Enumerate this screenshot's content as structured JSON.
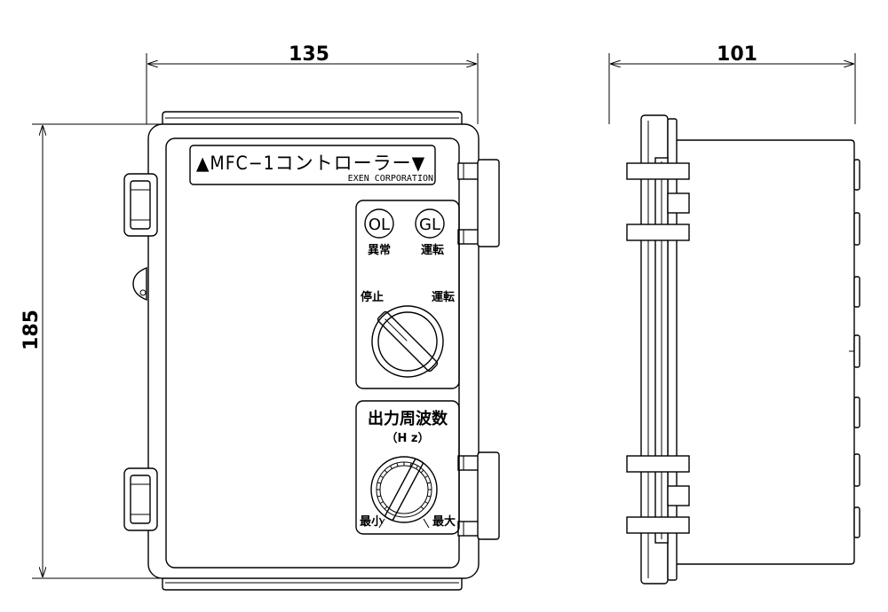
{
  "dimensions": {
    "front_width": "135",
    "height": "185",
    "side_depth": "101"
  },
  "panel": {
    "title": "▲MFC−1コントローラー▼",
    "maker": "EXEN CORPORATION",
    "lamp_ol": {
      "code": "OL",
      "caption": "異常"
    },
    "lamp_gl": {
      "code": "GL",
      "caption": "運転"
    },
    "switch_stop": "停止",
    "switch_run": "運転",
    "freq_title": "出力周波数",
    "freq_unit": "（H z）",
    "knob_min": "最小",
    "knob_max": "最大"
  }
}
